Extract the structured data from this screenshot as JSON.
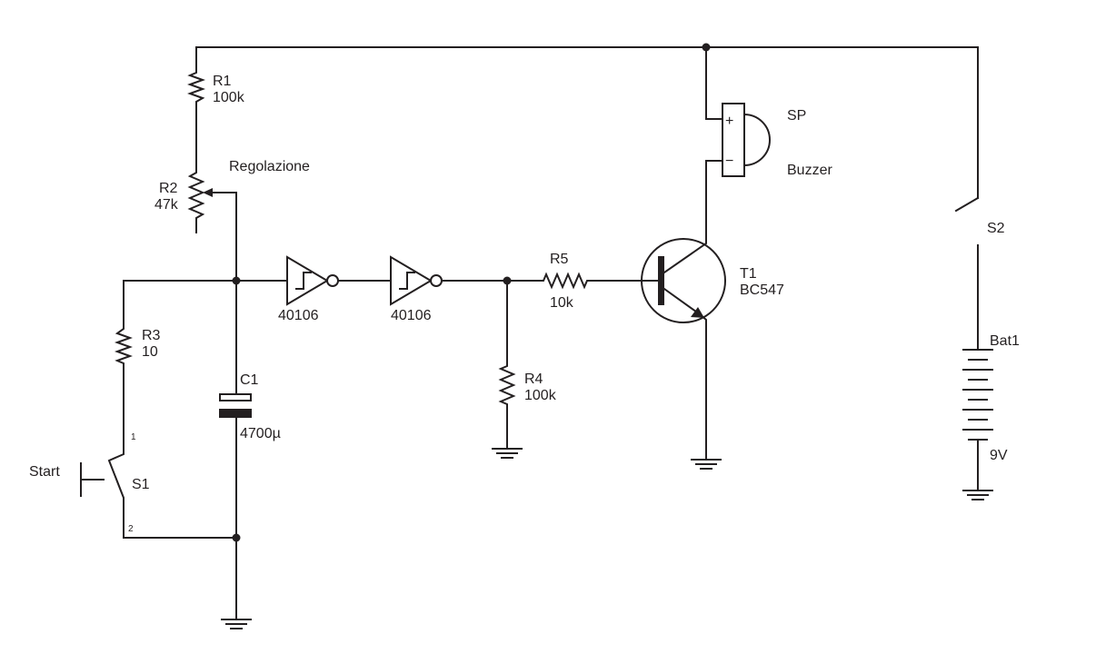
{
  "diagram": {
    "components": {
      "r1": {
        "ref": "R1",
        "value": "100k"
      },
      "r2": {
        "ref": "R2",
        "value": "47k",
        "note": "Regolazione"
      },
      "r3": {
        "ref": "R3",
        "value": "10"
      },
      "r4": {
        "ref": "R4",
        "value": "100k"
      },
      "r5": {
        "ref": "R5",
        "value": "10k"
      },
      "c1": {
        "ref": "C1",
        "value": "4700µ"
      },
      "s1": {
        "ref": "S1",
        "label": "Start",
        "pin1": "1",
        "pin2": "2"
      },
      "s2": {
        "ref": "S2"
      },
      "u1": {
        "value": "40106"
      },
      "u2": {
        "value": "40106"
      },
      "t1": {
        "ref": "T1",
        "value": "BC547"
      },
      "sp": {
        "ref": "SP",
        "value": "Buzzer",
        "plus": "+",
        "minus": "−"
      },
      "bat1": {
        "ref": "Bat1",
        "value": "9V"
      }
    }
  }
}
